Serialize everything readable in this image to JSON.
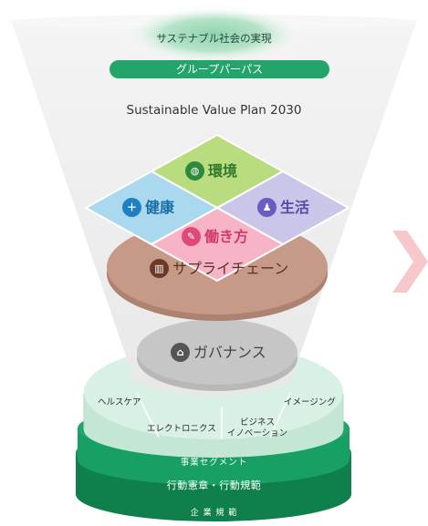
{
  "colors": {
    "green_dark": "#13935a",
    "green_main": "#22a46a",
    "green_light": "#d7eee3",
    "environment": "#b9dd7e",
    "health": "#a9d8ef",
    "life": "#c9c6ea",
    "work": "#f7b4c7",
    "supply_chain": "#c79a88",
    "governance": "#c6c6c6",
    "accent_chevron": "#f6c8cc"
  },
  "top": {
    "goal": "サステナブル社会の実現",
    "purpose": "グループパーパス",
    "plan": "Sustainable Value Plan 2030"
  },
  "pillars": {
    "environment": {
      "label": "環境",
      "icon": "globe-icon"
    },
    "health": {
      "label": "健康",
      "icon": "medical-cross-icon"
    },
    "life": {
      "label": "生活",
      "icon": "family-icon"
    },
    "work": {
      "label": "働き方",
      "icon": "worker-icon"
    }
  },
  "supply_chain": {
    "label": "サプライチェーン",
    "icon": "factory-icon"
  },
  "governance": {
    "label": "ガバナンス",
    "icon": "building-icon"
  },
  "segments": {
    "health_care": "ヘルスケア",
    "electronics": "エレクトロニクス",
    "business_innovation": "ビジネス\nイノベーション",
    "imaging": "イメージング"
  },
  "base": {
    "segments_label": "事業セグメント",
    "conduct": "行動憲章・行動規範",
    "regulations": "企 業 規 範"
  }
}
